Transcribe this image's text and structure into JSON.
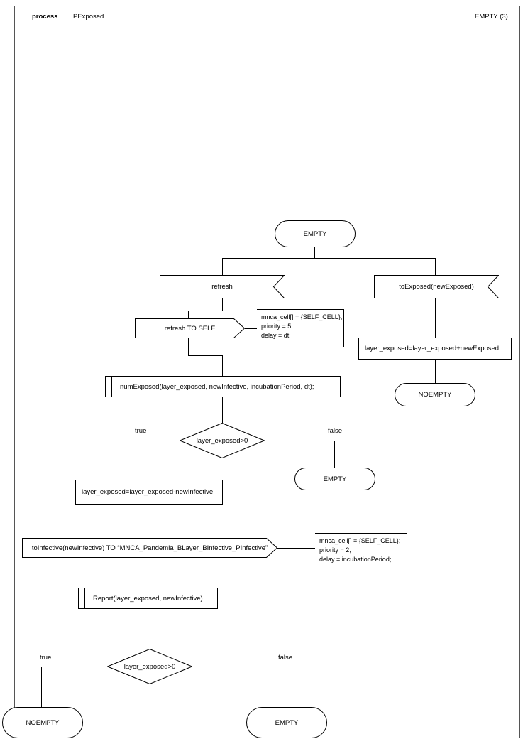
{
  "header": {
    "keyword": "process",
    "process_name": "PExposed",
    "state_ref": "EMPTY (3)"
  },
  "diagram": {
    "type": "sdl-process-flowchart",
    "states": {
      "start_empty": "EMPTY",
      "right_noempty": "NOEMPTY",
      "mid_false_empty": "EMPTY",
      "bottom_true_noempty": "NOEMPTY",
      "bottom_false_empty": "EMPTY"
    },
    "inputs": {
      "refresh": "refresh",
      "to_exposed": "toExposed(newExposed)"
    },
    "outputs": {
      "refresh_to_self": "refresh TO SELF",
      "to_infective": "toInfective(newInfective) TO “MNCA_Pandemia_BLayer_BInfective_PInfective”"
    },
    "procedures": {
      "num_exposed": "numExposed(layer_exposed, newInfective, incubationPeriod, dt);",
      "report": "Report(layer_exposed, newInfective)"
    },
    "tasks": {
      "add_exposed": "layer_exposed=layer_exposed+newExposed;",
      "sub_infective": "layer_exposed=layer_exposed-newInfective;"
    },
    "decisions": {
      "d1": "layer_exposed>0",
      "d2": "layer_exposed>0"
    },
    "branch_labels": {
      "d1_true": "true",
      "d1_false": "false",
      "d2_true": "true",
      "d2_false": "false"
    },
    "comments": {
      "refresh_self": "mnca_cell[] = {SELF_CELL};\npriority = 5;\ndelay = dt;",
      "to_infective": "mnca_cell[] = {SELF_CELL};\npriority = 2;\ndelay = incubationPeriod;"
    },
    "colors": {
      "line": "#000000",
      "frame": "#555555",
      "background": "#ffffff"
    }
  }
}
